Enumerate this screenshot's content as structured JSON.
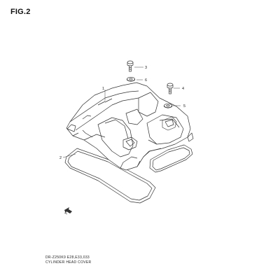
{
  "figure": {
    "title": "FIG.2",
    "code": "DR-Z250K9 E28,E33,033",
    "name": "CYLINDER HEAD COVER"
  },
  "callouts": [
    "1",
    "2",
    "3",
    "4",
    "5",
    "6"
  ],
  "colors": {
    "line": "#333333",
    "background": "#ffffff"
  },
  "icons": {
    "direction": "front-arrow-icon"
  }
}
